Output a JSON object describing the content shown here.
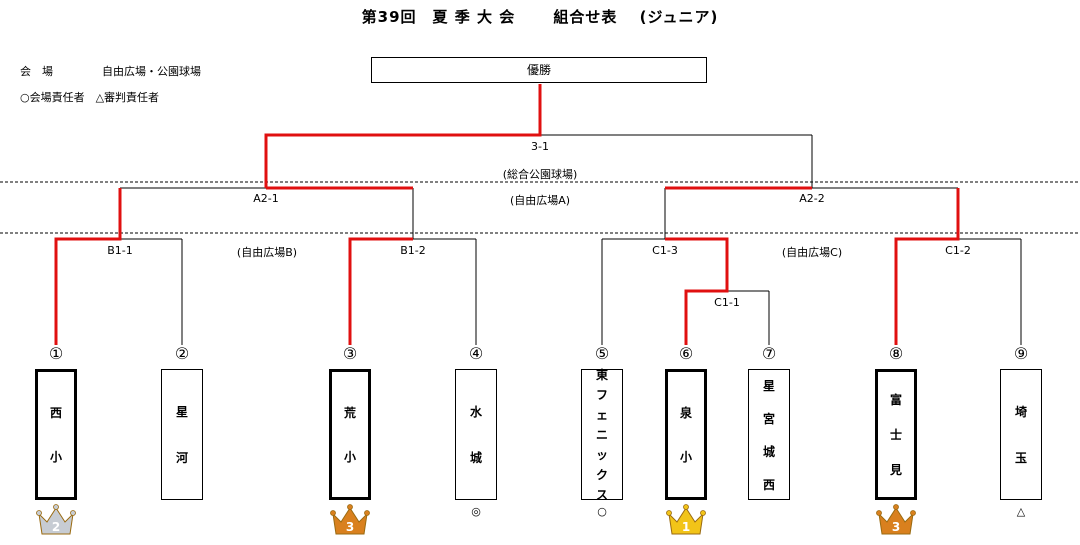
{
  "title": "第39回　夏 季 大 会　　 組合せ表　 (ジュニア)",
  "info": {
    "venue_label": "会　場",
    "venue_value": "自由広場・公園球場",
    "legend": "○会場責任者　△審判責任者"
  },
  "champion_label": "優勝",
  "matches": {
    "final": "3-1",
    "a2_1": "A2-1",
    "a2_2": "A2-2",
    "b1_1": "B1-1",
    "b1_2": "B1-2",
    "c1_3": "C1-3",
    "c1_2": "C1-2",
    "c1_1": "C1-1"
  },
  "venues": {
    "final": "(総合公園球場)",
    "a": "(自由広場A)",
    "b": "(自由広場B)",
    "c": "(自由広場C)"
  },
  "teams": [
    {
      "num": "①",
      "chars": [
        "西",
        "小"
      ],
      "mark": "",
      "crown": "2",
      "winner": true
    },
    {
      "num": "②",
      "chars": [
        "星",
        "河"
      ],
      "mark": "",
      "crown": "",
      "winner": false
    },
    {
      "num": "③",
      "chars": [
        "荒",
        "小"
      ],
      "mark": "",
      "crown": "3",
      "winner": true
    },
    {
      "num": "④",
      "chars": [
        "水",
        "城"
      ],
      "mark": "◎",
      "crown": "",
      "winner": false
    },
    {
      "num": "⑤",
      "chars": [
        "東",
        "フ",
        "ェ",
        "ニ",
        "ッ",
        "ク",
        "ス"
      ],
      "mark": "○",
      "crown": "",
      "winner": false
    },
    {
      "num": "⑥",
      "chars": [
        "泉",
        "小"
      ],
      "mark": "",
      "crown": "1",
      "winner": true
    },
    {
      "num": "⑦",
      "chars": [
        "星",
        "宮",
        "城",
        "西"
      ],
      "mark": "",
      "crown": "",
      "winner": false
    },
    {
      "num": "⑧",
      "chars": [
        "富",
        "士",
        "見"
      ],
      "mark": "",
      "crown": "3",
      "winner": true
    },
    {
      "num": "⑨",
      "chars": [
        "埼",
        "玉"
      ],
      "mark": "△",
      "crown": "",
      "winner": false
    }
  ],
  "colors": {
    "win_line": "#e01010",
    "line": "#000000",
    "gold": "#f2c418",
    "silver": "#c7ccd3",
    "bronze": "#d9801e"
  }
}
